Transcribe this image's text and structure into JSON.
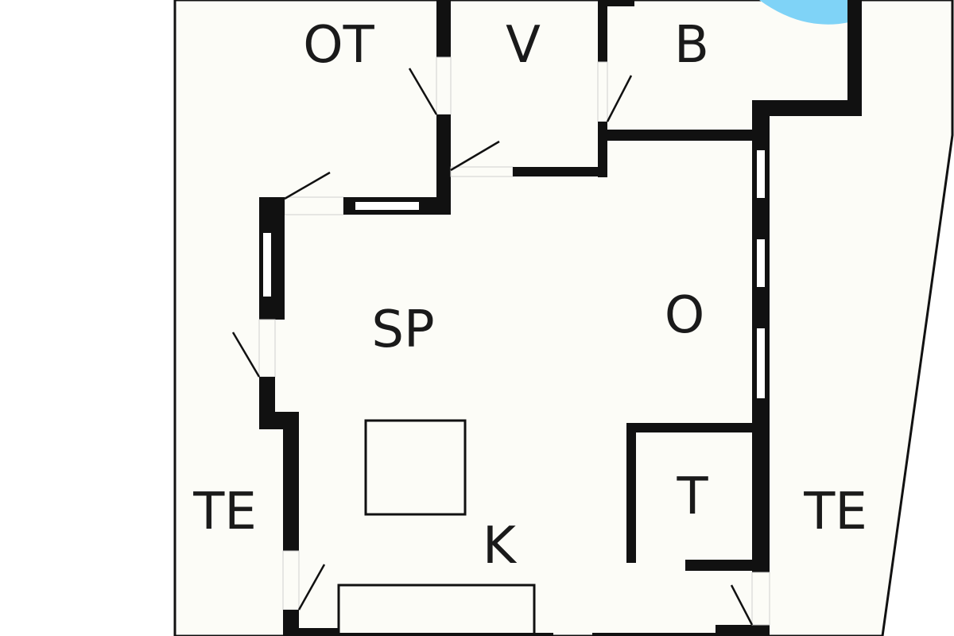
{
  "plan": {
    "colors": {
      "background": "#ffffff",
      "floor": "#fcfcf7",
      "wall": "#111111",
      "water": "#7fd3f7"
    },
    "rooms": {
      "ot": "OT",
      "v": "V",
      "b": "B",
      "sp": "SP",
      "o": "O",
      "t": "T",
      "k": "K",
      "te_left": "TE",
      "te_right": "TE"
    }
  }
}
